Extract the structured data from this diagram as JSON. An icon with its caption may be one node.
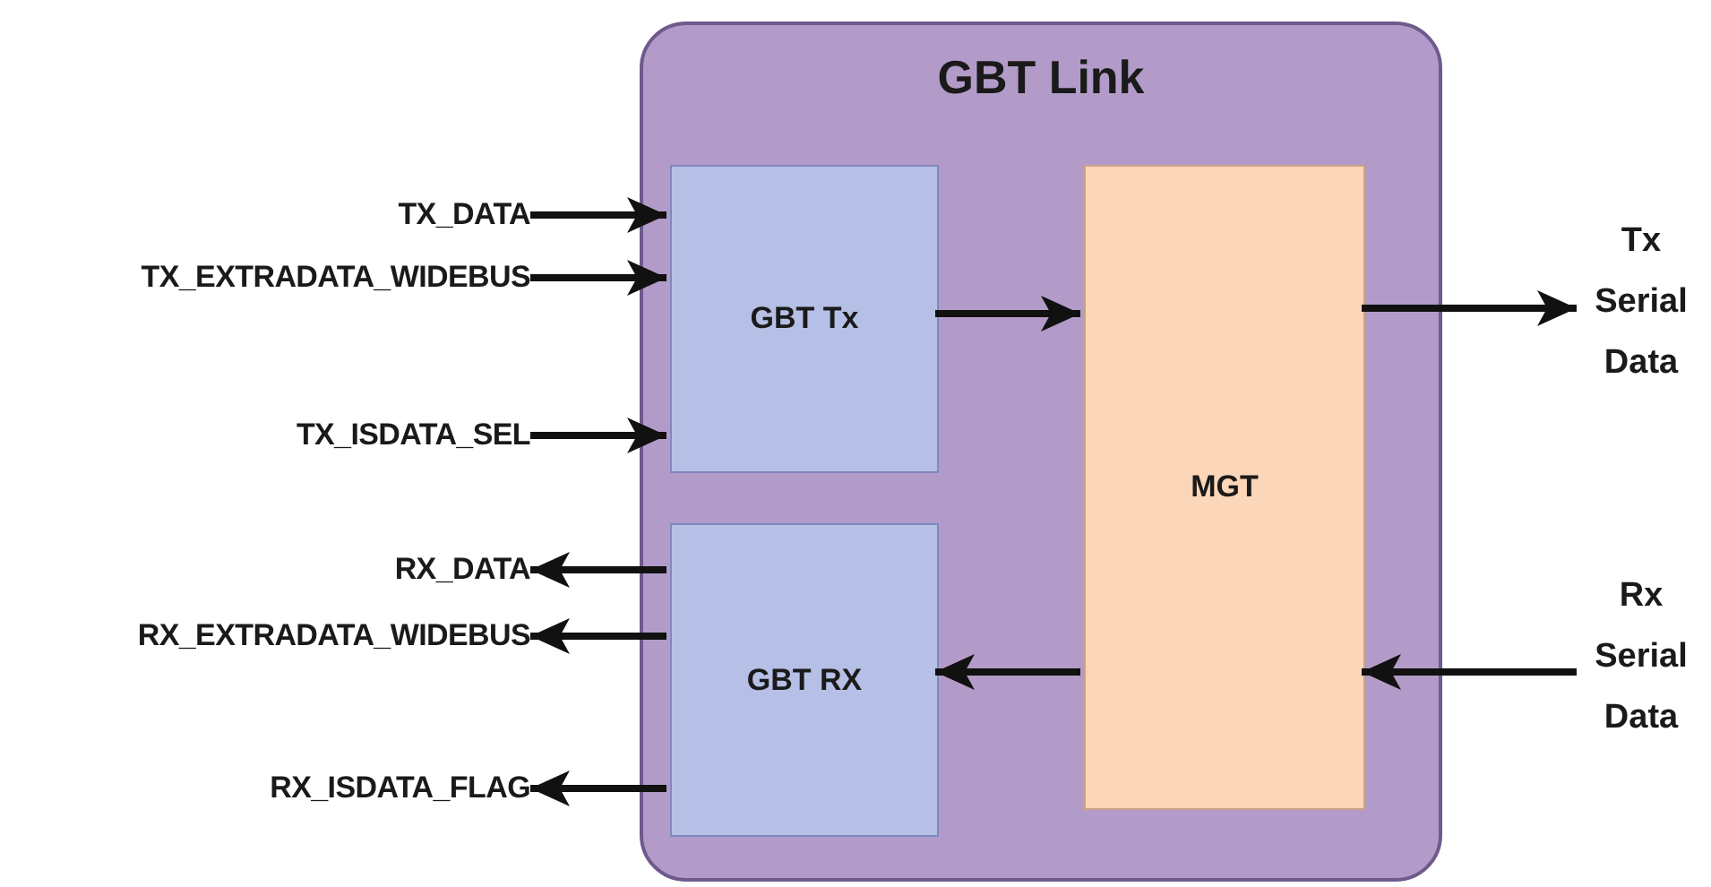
{
  "diagram": {
    "nodes": [
      {
        "text": [
          "GBT Link"
        ]
      },
      {
        "text": [
          "GBT Tx"
        ],
        "in": 0
      },
      {
        "text": [
          "GBT RX"
        ],
        "in": 0
      },
      {
        "text": [
          "MGT"
        ],
        "in": 0
      },
      {
        "text": [
          "TX_DATA"
        ]
      },
      {
        "text": [
          "TX_EXTRADATA_WIDEBUS"
        ]
      },
      {
        "text": [
          "TX_ISDATA_SEL"
        ]
      },
      {
        "text": [
          "RX_DATA"
        ]
      },
      {
        "text": [
          "RX_EXTRADATA_WIDEBUS"
        ]
      },
      {
        "text": [
          "RX_ISDATA_FLAG"
        ]
      },
      {
        "text": [
          "Tx Serial Data"
        ]
      },
      {
        "text": [
          "Rx Serial Data"
        ]
      }
    ],
    "edges": [
      {
        "from": 4,
        "to": 1,
        "arrow": "to"
      },
      {
        "from": 5,
        "to": 1,
        "arrow": "to"
      },
      {
        "from": 6,
        "to": 1,
        "arrow": "to"
      },
      {
        "from": 2,
        "to": 7,
        "arrow": "to"
      },
      {
        "from": 2,
        "to": 8,
        "arrow": "to"
      },
      {
        "from": 2,
        "to": 9,
        "arrow": "to"
      },
      {
        "from": 1,
        "to": 3,
        "arrow": "to"
      },
      {
        "from": 3,
        "to": 2,
        "arrow": "to"
      },
      {
        "from": 3,
        "to": 10,
        "arrow": "to"
      },
      {
        "from": 11,
        "to": 3,
        "arrow": "to"
      }
    ]
  }
}
